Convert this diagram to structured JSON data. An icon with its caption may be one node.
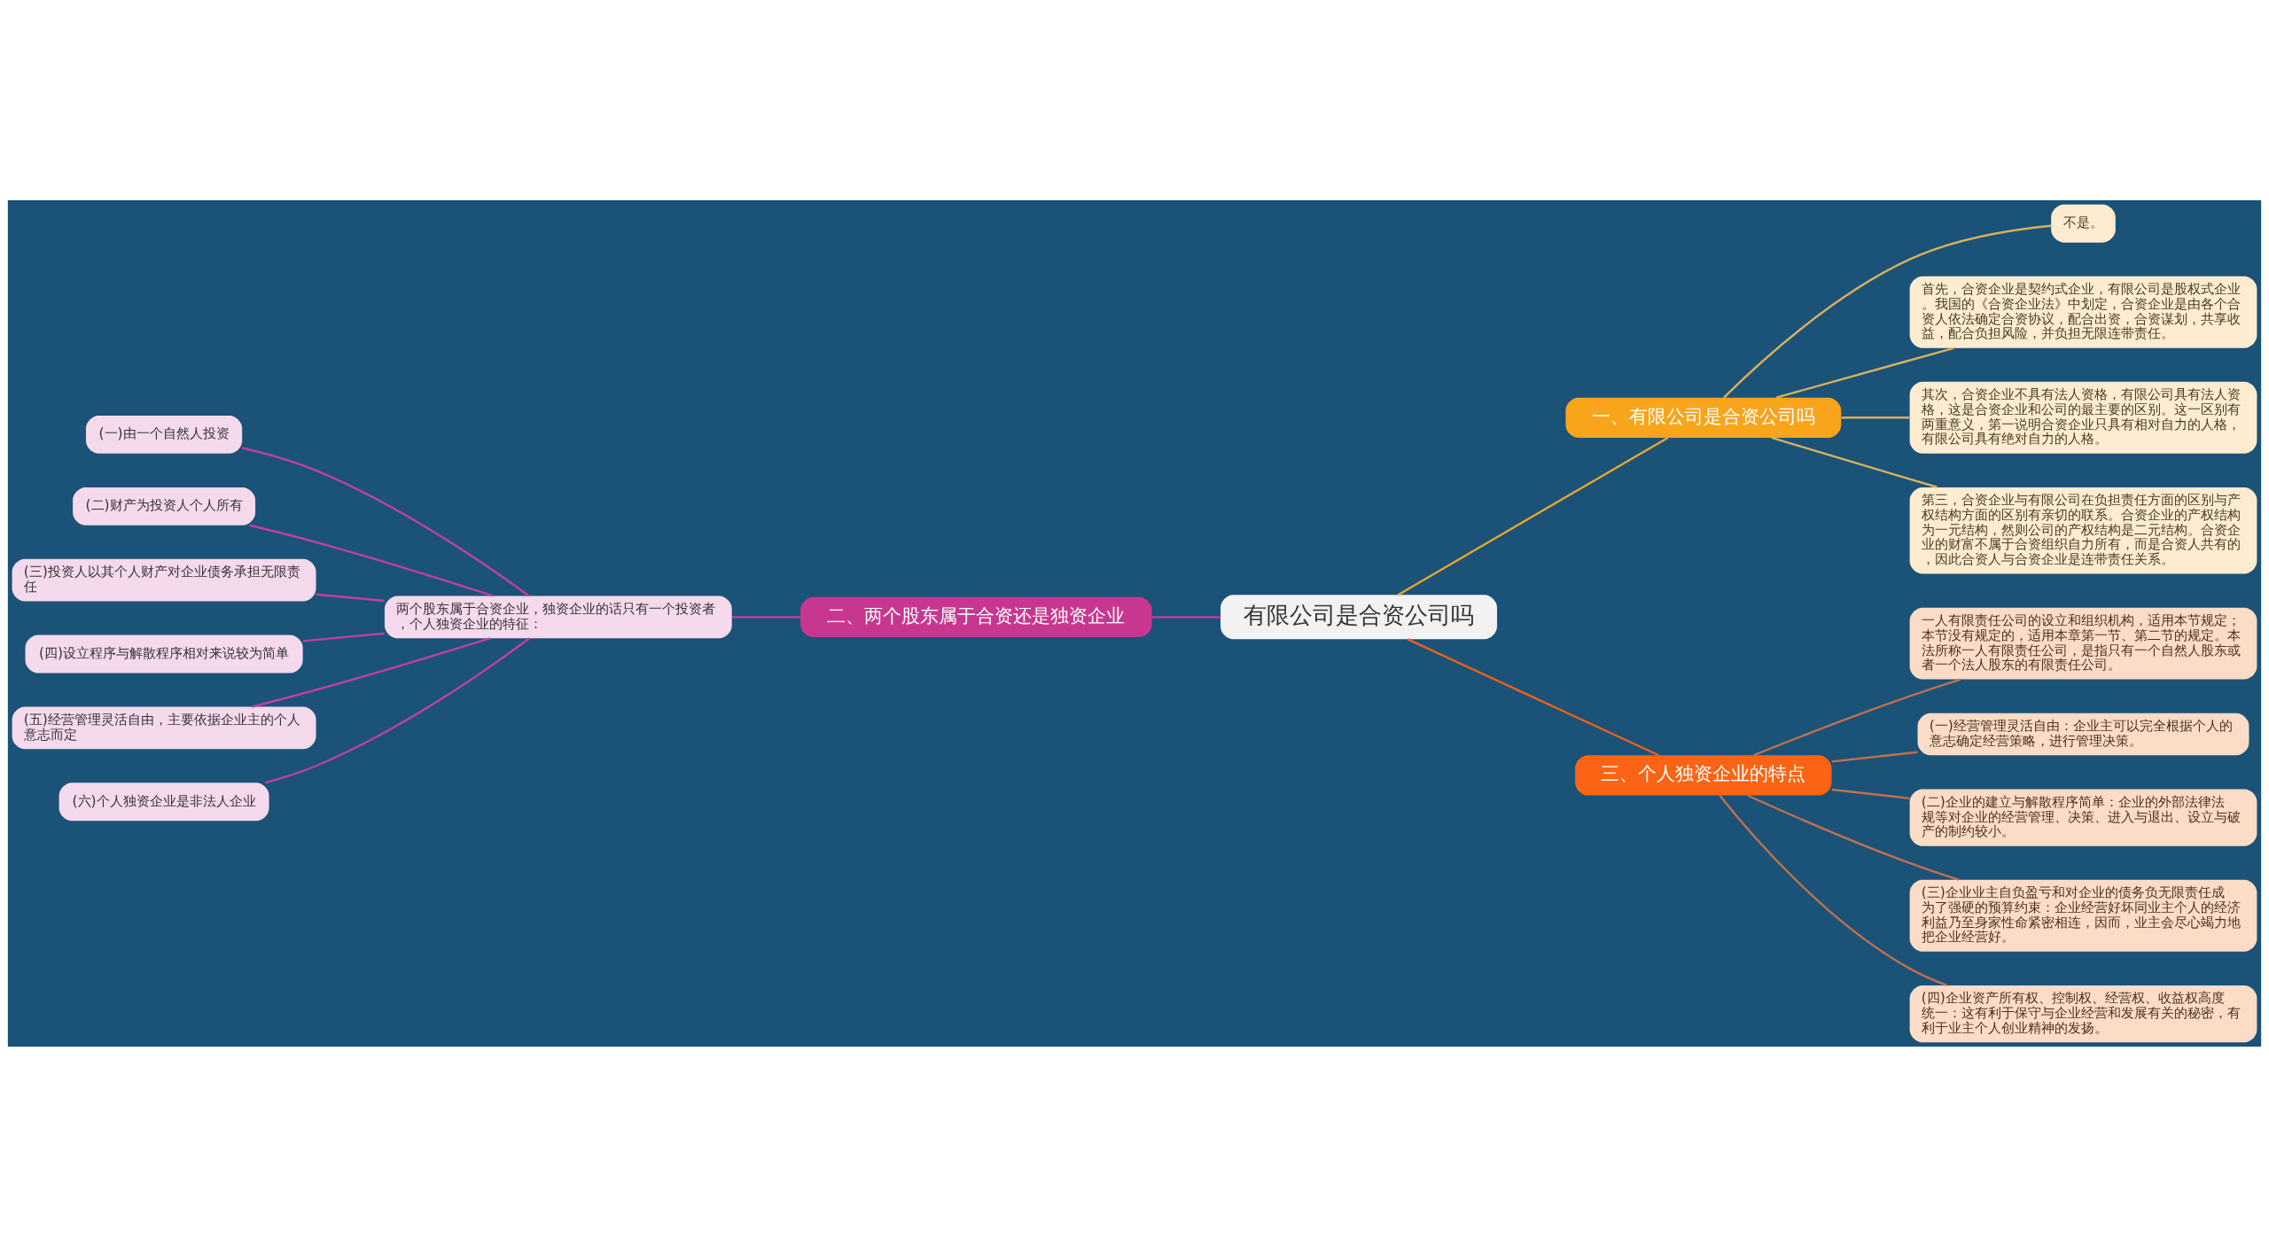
{
  "diagram": {
    "nodes": [
      {
        "text": [
          "有限公司是合资公司吗"
        ]
      },
      {
        "text": [
          "一、有限公司是合资公司吗"
        ]
      },
      {
        "text": [
          "不是。"
        ]
      },
      {
        "text": [
          "首先，合资企业是契约式企业，有限公司是股权式企业。我国的《合资企业法》中划定，合资企业是由各个合资人依法确定合资协议，配合出资，合资谋划，共享收益，配合负担风险，并负担无限连带责任。"
        ]
      },
      {
        "text": [
          "其次，合资企业不具有法人资格，有限公司具有法人资格，这是合资企业和公司的最主要的区别。这一区别有两重意义，第一说明合资企业只具有相对自力的人格，有限公司具有绝对自力的人格。"
        ]
      },
      {
        "text": [
          "第三，合资企业与有限公司在负担责任方面的区别与产权结构方面的区别有亲切的联系。合资企业的产权结构为一元结构，然则公司的产权结构是二元结构。合资企业的财富不属于合资组织自力所有，而是合资人共有的，因此合资人与合资企业是连带责任关系。"
        ]
      },
      {
        "text": [
          "二、两个股东属于合资还是独资企业"
        ]
      },
      {
        "text": [
          "两个股东属于合资企业，独资企业的话只有一个投资者，个人独资企业的特征："
        ]
      },
      {
        "text": [
          "(一)由一个自然人投资"
        ]
      },
      {
        "text": [
          "(二)财产为投资人个人所有"
        ]
      },
      {
        "text": [
          "(三)投资人以其个人财产对企业债务承担无限责任"
        ]
      },
      {
        "text": [
          "(四)设立程序与解散程序相对来说较为简单"
        ]
      },
      {
        "text": [
          "(五)经营管理灵活自由，主要依据企业主的个人意志而定"
        ]
      },
      {
        "text": [
          "(六)个人独资企业是非法人企业"
        ]
      },
      {
        "text": [
          "三、个人独资企业的特点"
        ]
      },
      {
        "text": [
          "一人有限责任公司的设立和组织机构，适用本节规定；本节没有规定的，适用本章第一节、第二节的规定。本法所称一人有限责任公司，是指只有一个自然人股东或者一个法人股东的有限责任公司。"
        ]
      },
      {
        "text": [
          "(一)经营管理灵活自由：企业主可以完全根据个人的意志确定经营策略，进行管理决策。"
        ]
      },
      {
        "text": [
          "(二)企业的建立与解散程序简单：企业的外部法律法规等对企业的经营管理、决策、进入与退出、设立与破产的制约较小。"
        ]
      },
      {
        "text": [
          "(三)企业业主自负盈亏和对企业的债务负无限责任成为了强硬的预算约束：企业经营好坏同业主个人的经济利益乃至身家性命紧密相连，因而，业主会尽心竭力地把企业经营好。"
        ]
      },
      {
        "text": [
          "(四)企业资产所有权、控制权、经营权、收益权高度统一：这有利于保守与企业经营和发展有关的秘密，有利于业主个人创业精神的发扬。"
        ]
      }
    ],
    "edges": [
      {
        "from": 0,
        "to": 1,
        "arrow": "none",
        "color": "#e8a82c"
      },
      {
        "from": 1,
        "to": 2,
        "arrow": "none",
        "color": "#d8b060"
      },
      {
        "from": 1,
        "to": 3,
        "arrow": "none",
        "color": "#d8b060"
      },
      {
        "from": 1,
        "to": 4,
        "arrow": "none",
        "color": "#d8b060"
      },
      {
        "from": 1,
        "to": 5,
        "arrow": "none",
        "color": "#d8b060"
      },
      {
        "from": 0,
        "to": 6,
        "arrow": "none"
      },
      {
        "from": 6,
        "to": 7,
        "arrow": "none"
      },
      {
        "from": 7,
        "to": 8,
        "arrow": "none"
      },
      {
        "from": 7,
        "to": 9,
        "arrow": "none"
      },
      {
        "from": 7,
        "to": 10,
        "arrow": "none"
      },
      {
        "from": 7,
        "to": 11,
        "arrow": "none"
      },
      {
        "from": 7,
        "to": 12,
        "arrow": "none"
      },
      {
        "from": 7,
        "to": 13,
        "arrow": "none"
      },
      {
        "from": 0,
        "to": 14,
        "arrow": "none",
        "color": "#f06018"
      },
      {
        "from": 14,
        "to": 15,
        "arrow": "none",
        "color": "#c07050"
      },
      {
        "from": 14,
        "to": 16,
        "arrow": "none",
        "color": "#c07050"
      },
      {
        "from": 14,
        "to": 17,
        "arrow": "none",
        "color": "#c07050"
      },
      {
        "from": 14,
        "to": 18,
        "arrow": "none",
        "color": "#c07050"
      },
      {
        "from": 14,
        "to": 19,
        "arrow": "none",
        "color": "#c07050"
      }
    ]
  }
}
